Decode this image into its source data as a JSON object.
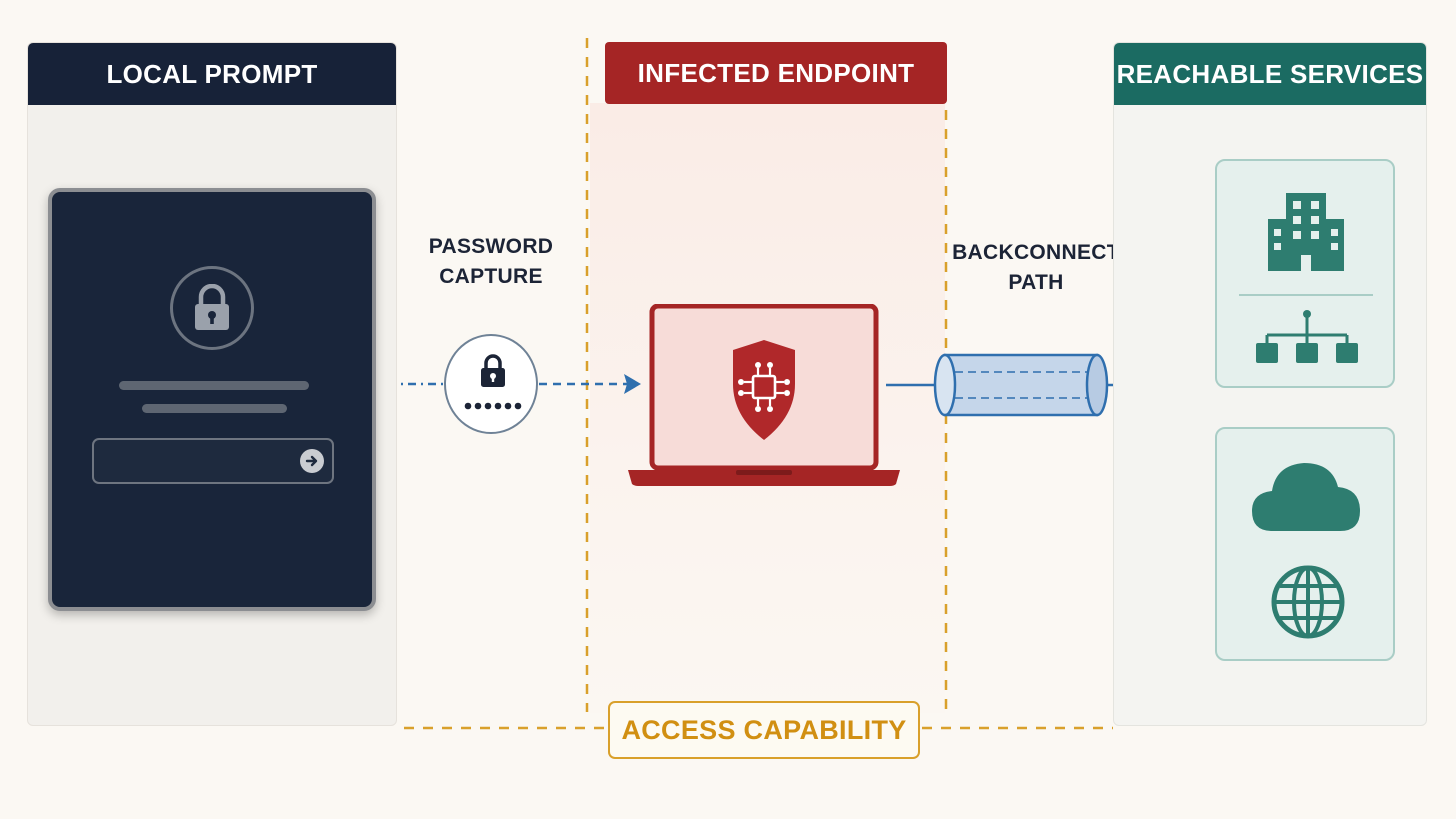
{
  "columns": {
    "local": {
      "title": "LOCAL PROMPT",
      "header_color": "#172238"
    },
    "endpoint": {
      "title": "INFECTED ENDPOINT",
      "header_color": "#a52525"
    },
    "services": {
      "title": "REACHABLE SERVICES",
      "header_color": "#1b6b62"
    }
  },
  "flows": {
    "capture_label_line1": "PASSWORD",
    "capture_label_line2": "CAPTURE",
    "backconnect_label_line1": "BACKCONNECT",
    "backconnect_label_line2": "PATH"
  },
  "footer": {
    "access_label": "ACCESS CAPABILITY",
    "accent_color": "#d9a02b"
  },
  "icons": {
    "login_lock": "lock-icon",
    "submit": "arrow-right-icon",
    "capture_lock": "lock-icon",
    "endpoint": "laptop-icon",
    "endpoint_badge": "shield-chip-icon",
    "tunnel": "tunnel-icon",
    "building": "building-icon",
    "network": "network-tree-icon",
    "cloud": "cloud-icon",
    "globe": "globe-icon"
  },
  "colors": {
    "flow_blue": "#2f6fae",
    "service_teal": "#2e7d70",
    "endpoint_red": "#b0282a"
  }
}
